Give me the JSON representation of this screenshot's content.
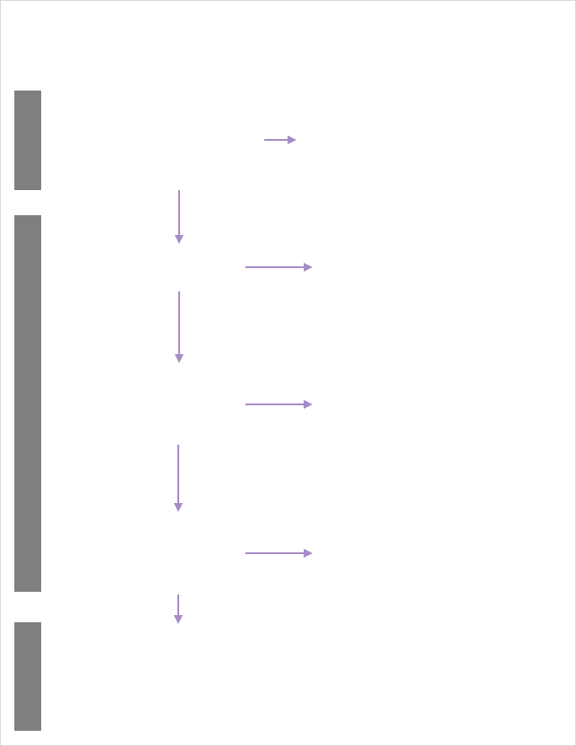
{
  "diagram": {
    "type": "flowchart",
    "colors": {
      "stage_bar": "#7f7f80",
      "arrow": "#a98bc6",
      "frame_border": "#d9d9d9",
      "background": "#ffffff"
    },
    "stages": [
      {
        "id": "stage-1",
        "label": ""
      },
      {
        "id": "stage-2",
        "label": ""
      },
      {
        "id": "stage-3",
        "label": ""
      }
    ],
    "connectors": [
      {
        "name": "arrow-right-1",
        "direction": "right"
      },
      {
        "name": "arrow-down-1",
        "direction": "down"
      },
      {
        "name": "arrow-right-2",
        "direction": "right"
      },
      {
        "name": "arrow-down-2",
        "direction": "down"
      },
      {
        "name": "arrow-right-3",
        "direction": "right"
      },
      {
        "name": "arrow-down-3",
        "direction": "down"
      },
      {
        "name": "arrow-right-4",
        "direction": "right"
      },
      {
        "name": "arrow-down-4",
        "direction": "down"
      }
    ]
  }
}
